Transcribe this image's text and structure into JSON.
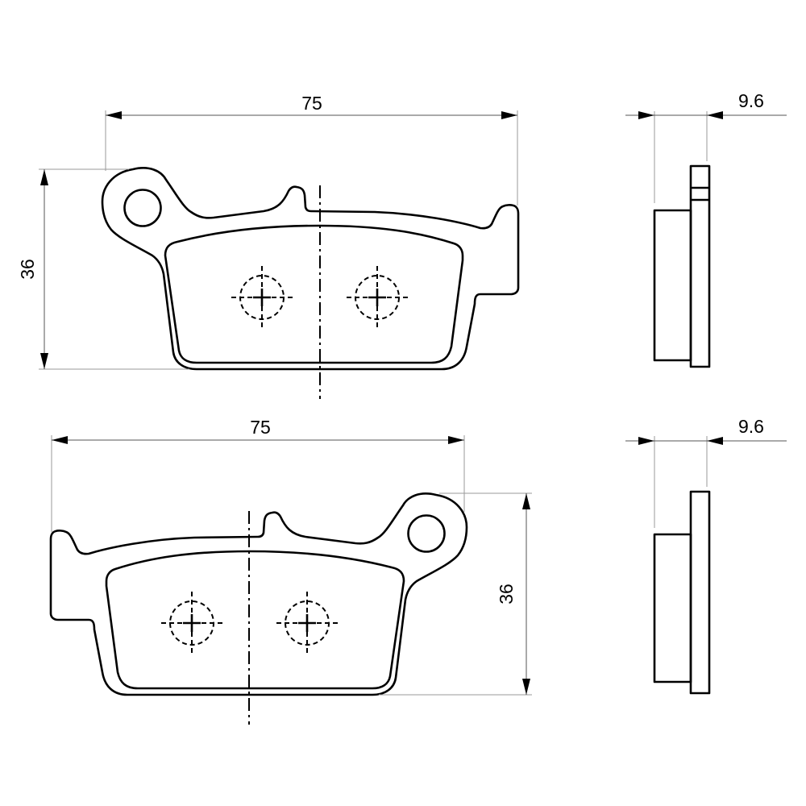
{
  "drawings": [
    {
      "view": "front",
      "width_label": "75",
      "height_label": "36"
    },
    {
      "view": "side",
      "thickness_label": "9.6"
    },
    {
      "view": "front-mirrored",
      "width_label": "75",
      "height_label": "36"
    },
    {
      "view": "side",
      "thickness_label": "9.6"
    }
  ],
  "colors": {
    "line": "#000000",
    "dimension_line": "#555555"
  }
}
